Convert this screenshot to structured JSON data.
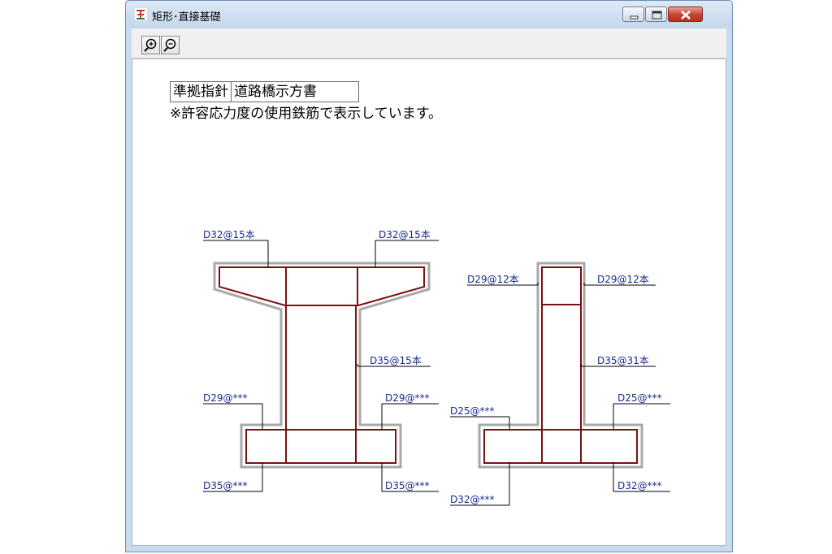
{
  "window": {
    "title": "矩形･直接基礎",
    "icons": {
      "app": "bridge-app-icon",
      "minimize": "minimize-icon",
      "maximize": "maximize-icon",
      "close": "close-icon"
    }
  },
  "toolbar": {
    "zoom_in_icon": "zoom-in-icon",
    "zoom_out_icon": "zoom-out-icon"
  },
  "spec": {
    "label": "準拠指針",
    "value": "道路橋示方書"
  },
  "note": "※許容応力度の使用鉄筋で表示しています。",
  "colors": {
    "concrete_outline": "#a8a8a8",
    "rebar": "#7a0f14",
    "label_text": "#1a2a8c",
    "leader": "#000000"
  },
  "front_view": {
    "beam_top_left": "D32@15本",
    "beam_top_right": "D32@15本",
    "column_side": "D35@15本",
    "footing_top_left": "D29@***",
    "footing_top_right": "D29@***",
    "footing_bottom_left": "D35@***",
    "footing_bottom_right": "D35@***"
  },
  "side_view": {
    "beam_left": "D29@12本",
    "beam_right": "D29@12本",
    "column_side": "D35@31本",
    "footing_top_left": "D25@***",
    "footing_top_right": "D25@***",
    "footing_bottom_left": "D32@***",
    "footing_bottom_right": "D32@***"
  }
}
